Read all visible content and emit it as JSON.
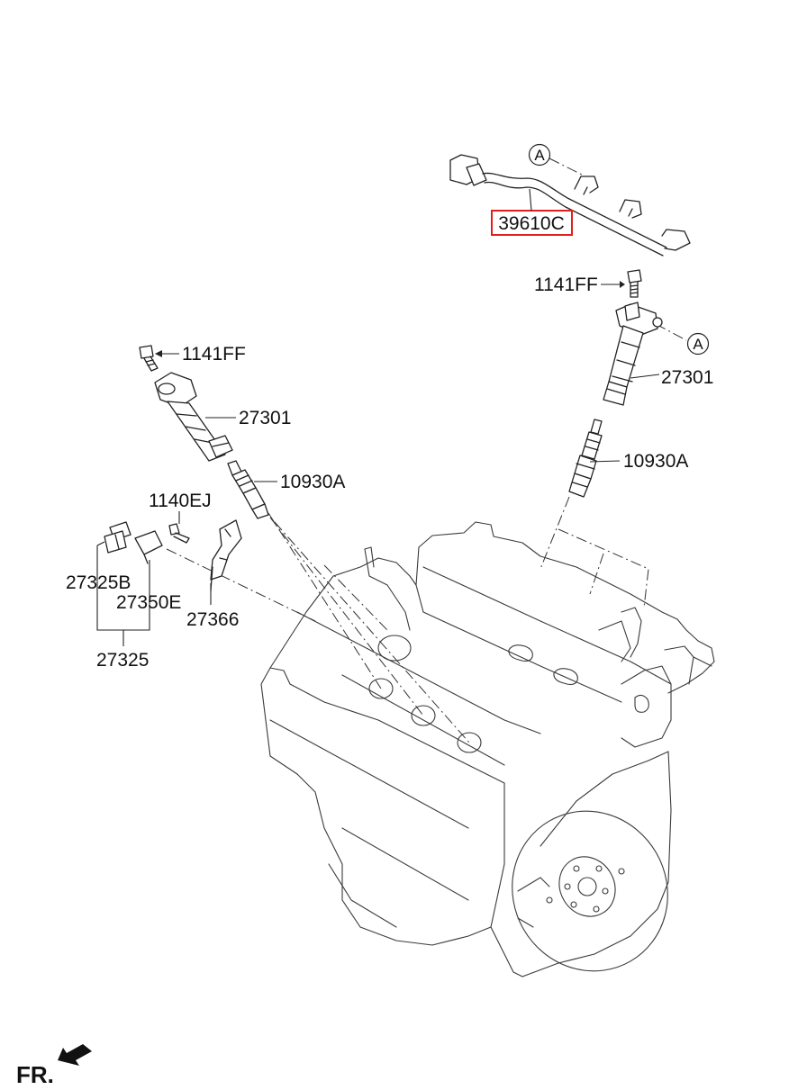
{
  "diagram": {
    "labels": {
      "harness": "39610C",
      "bolt_coil_right": "1141FF",
      "coil_right": "27301",
      "plug_right": "10930A",
      "bolt_coil_left": "1141FF",
      "coil_left": "27301",
      "plug_left": "10930A",
      "bolt_sensor": "1140EJ",
      "sensor_b": "27325B",
      "sensor_e": "27350E",
      "bracket": "27366",
      "sensor_assy": "27325"
    },
    "callouts": {
      "a_top": "A",
      "a_right": "A"
    },
    "front_indicator": "FR.",
    "highlighted_part": "39610C",
    "colors": {
      "highlight": "#e0201c",
      "line": "#222222",
      "background": "#ffffff"
    }
  }
}
